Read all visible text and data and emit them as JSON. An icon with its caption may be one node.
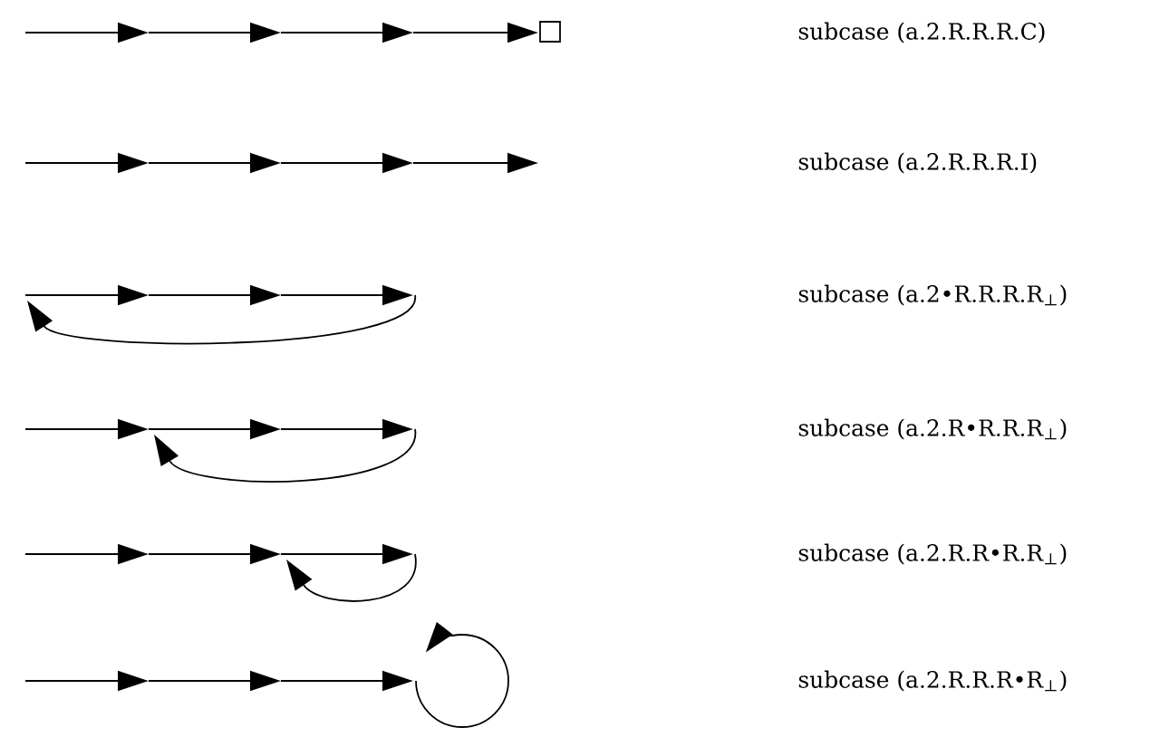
{
  "diagram": {
    "labels": [
      "subcase (a.2.R.R.R.C)",
      "subcase (a.2.R.R.R.I)",
      "subcase (a.2•R.R.R.R$_{⊥}$)",
      "subcase (a.2.R•R.R.R$_{⊥}$)",
      "subcase (a.2.R.R•R.R$_{⊥}$)",
      "subcase (a.2.R.R.R•R$_{⊥}$)"
    ]
  }
}
